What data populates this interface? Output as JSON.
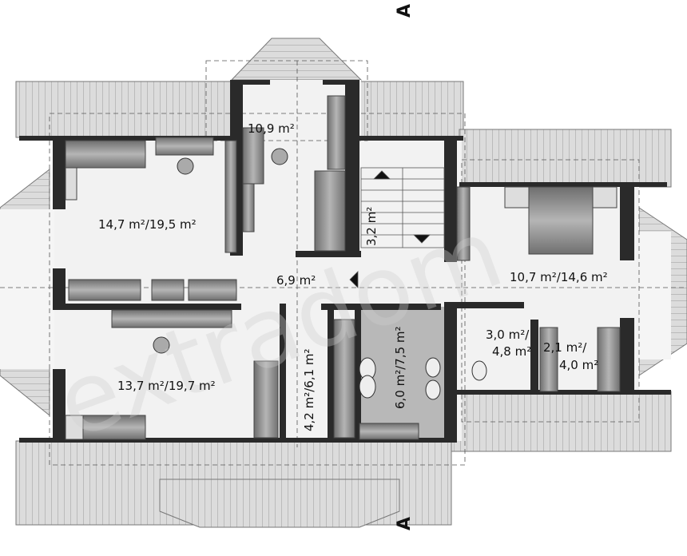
{
  "floorplan": {
    "section_marker_top": "A",
    "section_marker_bottom": "A",
    "watermark": "extradom",
    "rooms": [
      {
        "id": "room-bedroom-top-left",
        "label": "14,7 m²/19,5 m²"
      },
      {
        "id": "room-bedroom-top",
        "label": "10,9 m²"
      },
      {
        "id": "room-bedroom-bottom-left",
        "label": "13,7 m²/19,7 m²"
      },
      {
        "id": "room-hall",
        "label": "6,9 m²"
      },
      {
        "id": "room-stairs",
        "label": "3,2 m²"
      },
      {
        "id": "room-wardrobe",
        "label": "4,2 m²/6,1 m²"
      },
      {
        "id": "room-bathroom",
        "label": "6,0 m²/7,5 m²"
      },
      {
        "id": "room-wc",
        "label": "3,0 m²/"
      },
      {
        "id": "room-wc-2",
        "label": "4,8 m²"
      },
      {
        "id": "room-master-bedroom",
        "label": "10,7 m²/14,6 m²"
      },
      {
        "id": "room-closet",
        "label": "2,1 m²/"
      },
      {
        "id": "room-closet-2",
        "label": "4,0 m²"
      }
    ]
  },
  "colors": {
    "wall": "#2a2a2a",
    "roof": "#d9d9d9",
    "floor": "#f1f1f1",
    "furniture": "#8a8a8a",
    "bathroom_floor": "#b8b8b8"
  }
}
